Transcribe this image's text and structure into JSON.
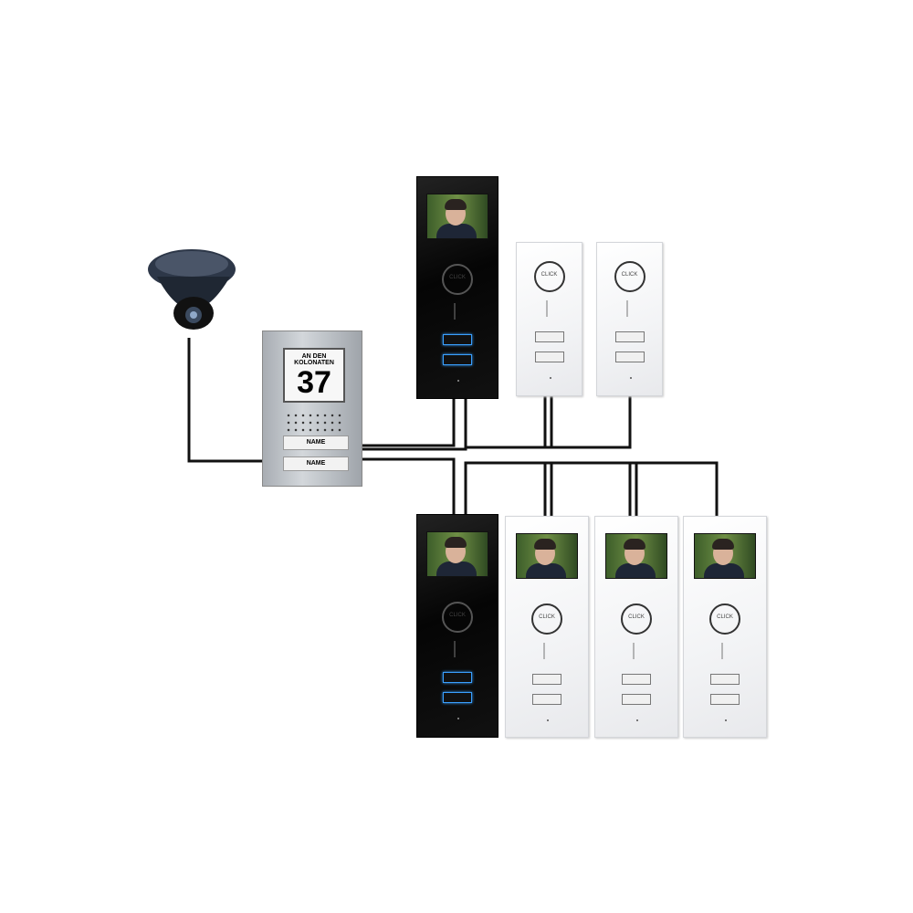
{
  "door_station": {
    "street": "AN DEN KOLONATEN",
    "house_number": "37",
    "name_buttons": [
      "NAME",
      "NAME"
    ]
  },
  "monitor_ring_label": "CLICK",
  "colors": {
    "wire": "#111111",
    "black_unit": "#0a0a0a",
    "white_unit": "#f4f5f7",
    "led": "#3aa0ff"
  }
}
